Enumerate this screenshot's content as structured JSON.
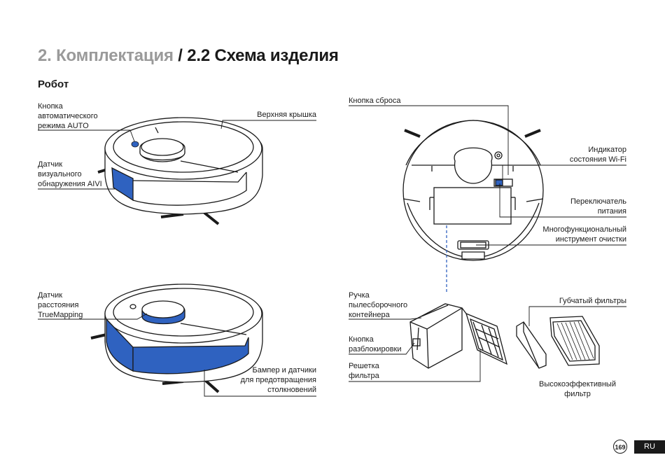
{
  "header": {
    "section": "2. Комплектация",
    "separator": " / ",
    "subsection": "2.2 Схема изделия"
  },
  "subtitle": "Робот",
  "labels": {
    "auto_button": "Кнопка\nавтоматического\nрежима AUTO",
    "top_cover": "Верхняя крышка",
    "aivi_sensor": "Датчик\nвизуального\nобнаружения AIVI",
    "truemapping_sensor": "Датчик\nрасстояния\nTrueMapping",
    "bumper": "Бампер и датчики\nдля предотвращения\nстолкновений",
    "reset_button": "Кнопка сброса",
    "wifi_indicator": "Индикатор\nсостояния Wi-Fi",
    "power_switch": "Переключатель\nпитания",
    "cleaning_tool": "Многофункциональный\nинструмент очистки",
    "container_handle": "Ручка\nпылесборочного\nконтейнера",
    "unlock_button": "Кнопка\nразблокировки",
    "filter_grid": "Решетка\nфильтра",
    "sponge_filter": "Губчатый фильтры",
    "hepa_filter": "Высокоэффективный\nфильтр"
  },
  "footer": {
    "page_number": "169",
    "language": "RU"
  },
  "colors": {
    "accent_blue": "#2f62c0",
    "line": "#1a1a1a",
    "title_grey": "#9a9a9a"
  }
}
